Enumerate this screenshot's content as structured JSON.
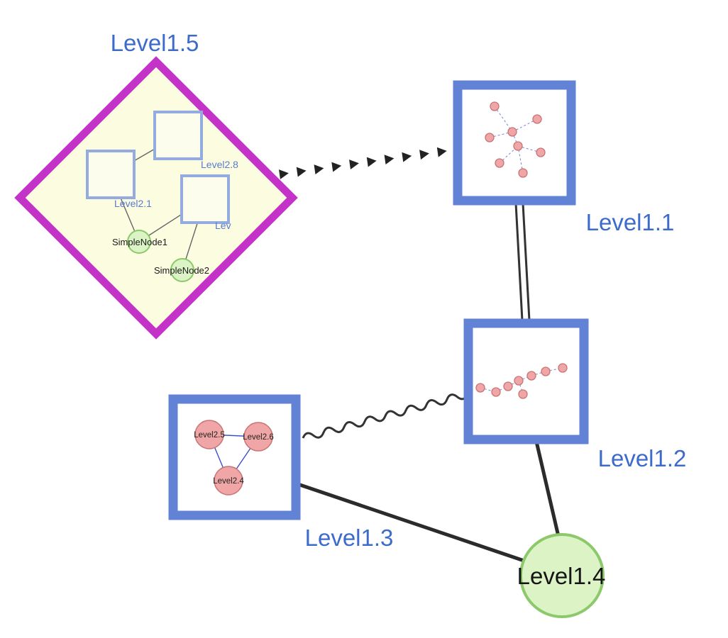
{
  "diagram": {
    "type": "graph",
    "background": "#ffffff",
    "colors": {
      "label_blue": "#3c6bcc",
      "inner_label_blue": "#5b7bd0",
      "group_border": "#c433c8",
      "group_fill": "#fbfce0",
      "node_border_blue": "#6282d6",
      "inner_square_border": "#93abdf",
      "inner_square_fill": "#fcfdec",
      "green_fill": "#dcf3c6",
      "green_border": "#8cc96a",
      "pink_fill": "#f0a6a6",
      "pink_border": "#c87474",
      "edge_color": "#2b2b2b"
    },
    "nodes": {
      "level15": {
        "label": "Level1.5",
        "shape": "diamond-group"
      },
      "level11": {
        "label": "Level1.1",
        "shape": "square",
        "mini_node_count": 8
      },
      "level12": {
        "label": "Level1.2",
        "shape": "square",
        "mini_node_count": 8
      },
      "level13": {
        "label": "Level1.3",
        "shape": "square"
      },
      "level14": {
        "label": "Level1.4",
        "shape": "circle"
      }
    },
    "group_children": {
      "square_top": {
        "label": "Level2.8"
      },
      "square_left": {
        "label": "Level2.1"
      },
      "square_right": {
        "label": "Lev"
      },
      "simple1": {
        "label": "SimpleNode1"
      },
      "simple2": {
        "label": "SimpleNode2"
      }
    },
    "level13_children": [
      {
        "label": "Level2.5"
      },
      {
        "label": "Level2.6"
      },
      {
        "label": "Level2.4"
      }
    ],
    "edges": [
      {
        "from": "Level1.5",
        "to": "Level1.1",
        "style": "dashed-arrowheads"
      },
      {
        "from": "Level1.1",
        "to": "Level1.2",
        "style": "double-line"
      },
      {
        "from": "Level1.2",
        "to": "Level1.3",
        "style": "wavy"
      },
      {
        "from": "Level1.3",
        "to": "Level1.4",
        "style": "solid"
      },
      {
        "from": "Level1.2",
        "to": "Level1.4",
        "style": "solid"
      }
    ]
  }
}
